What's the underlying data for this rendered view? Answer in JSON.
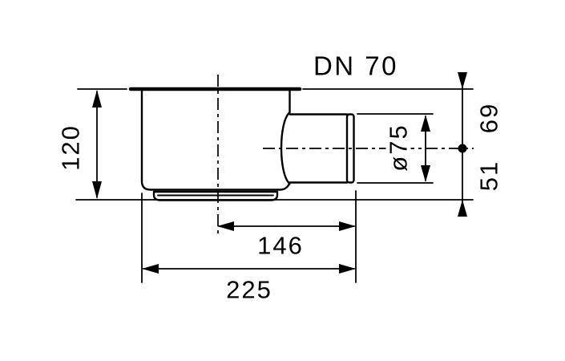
{
  "drawing": {
    "type": "technical-dimension-drawing",
    "colors": {
      "line": "#000000",
      "background": "#ffffff"
    },
    "labels": {
      "nominal_diameter": "DN 70",
      "overall_height": "120",
      "pipe_diameter": "ø75",
      "top_to_pipe_axis": "69",
      "pipe_axis_to_base": "51",
      "axis_to_outlet_end": "146",
      "overall_length": "225"
    }
  }
}
